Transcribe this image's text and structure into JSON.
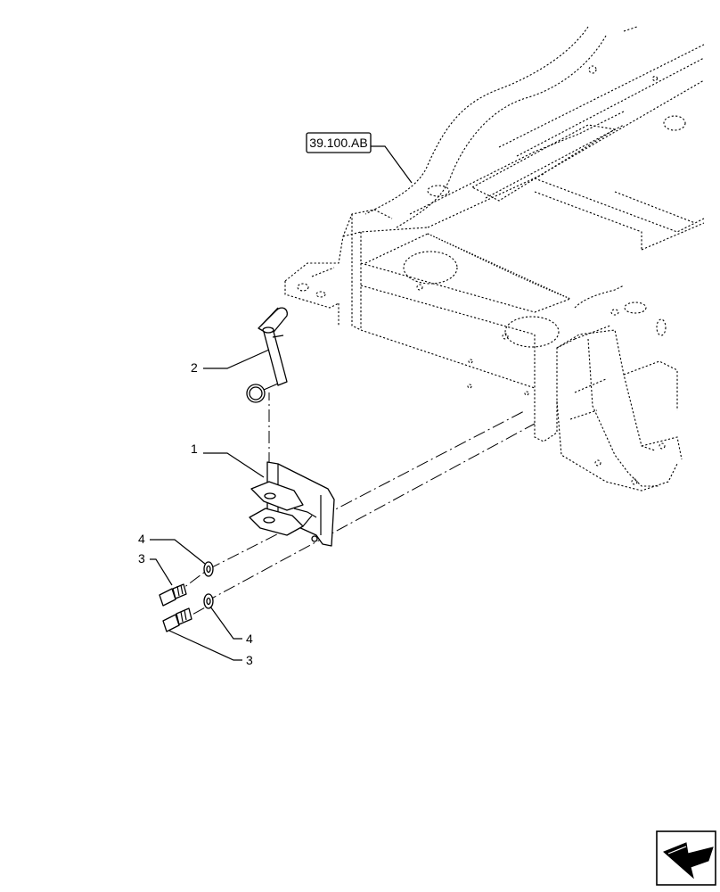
{
  "reference_label": "39.100.AB",
  "callouts": [
    {
      "id": "callout-1",
      "text": "1"
    },
    {
      "id": "callout-2",
      "text": "2"
    },
    {
      "id": "callout-3a",
      "text": "3"
    },
    {
      "id": "callout-4a",
      "text": "4"
    },
    {
      "id": "callout-4b",
      "text": "4"
    },
    {
      "id": "callout-3b",
      "text": "3"
    }
  ],
  "nav_icon": "next-page-arrow-icon"
}
